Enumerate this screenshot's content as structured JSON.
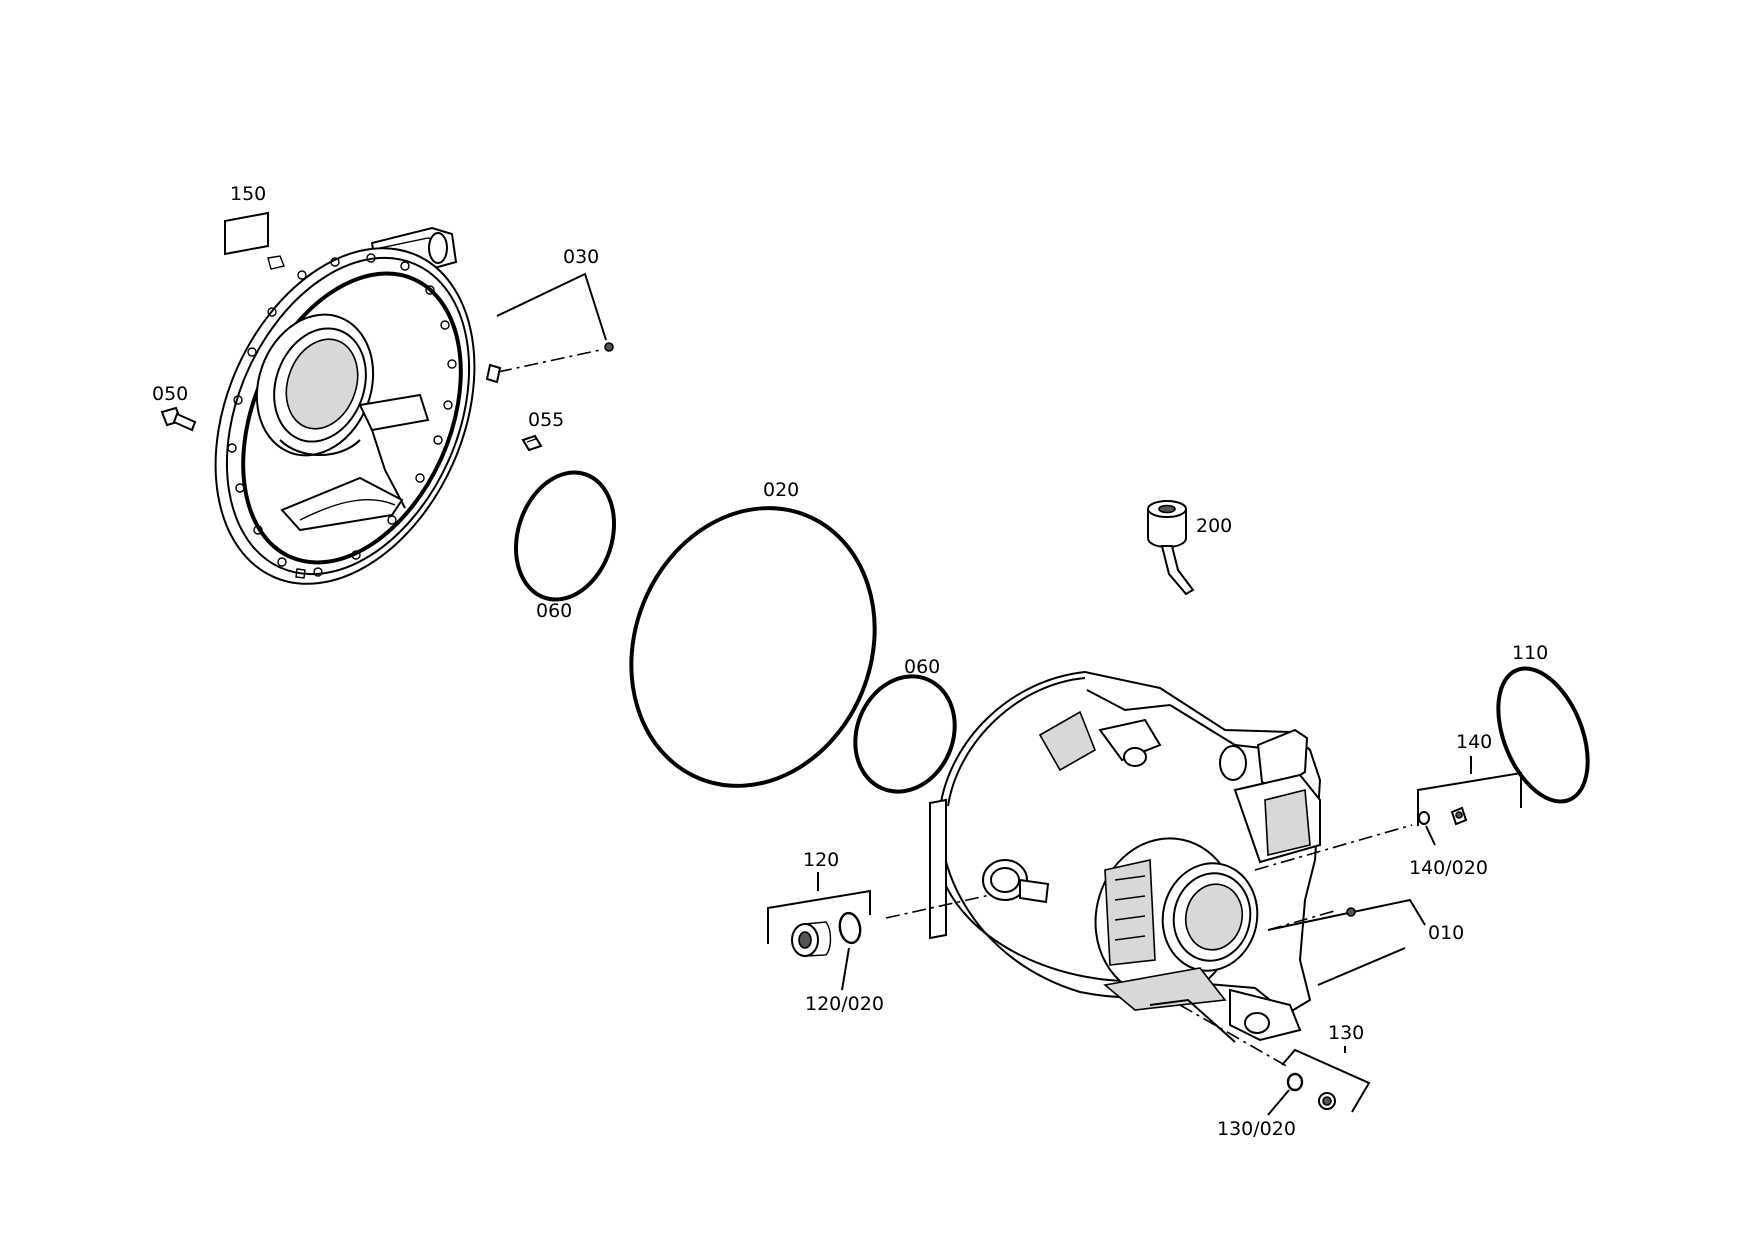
{
  "labels": {
    "p150": "150",
    "p030": "030",
    "p050": "050",
    "p055": "055",
    "p060a": "060",
    "p020": "020",
    "p200": "200",
    "p060b": "060",
    "p110": "110",
    "p140": "140",
    "p140_020": "140/020",
    "p120": "120",
    "p120_020": "120/020",
    "p010": "010",
    "p130": "130",
    "p130_020": "130/020"
  },
  "colors": {
    "line": "#000000",
    "background": "#ffffff"
  }
}
